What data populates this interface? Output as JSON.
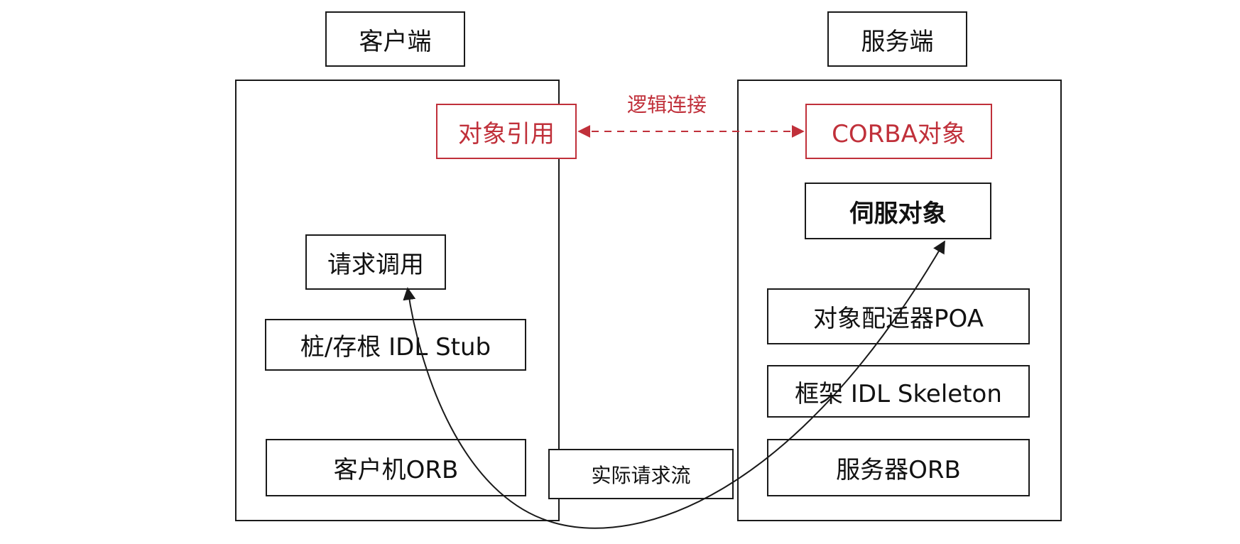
{
  "client": {
    "title": "客户端",
    "object_ref": "对象引用",
    "request_call": "请求调用",
    "stub": "桩/存根 IDL Stub",
    "orb": "客户机ORB"
  },
  "server": {
    "title": "服务端",
    "corba_object": "CORBA对象",
    "servant": "伺服对象",
    "poa": "对象配适器POA",
    "skeleton": "框架 IDL Skeleton",
    "orb": "服务器ORB"
  },
  "connections": {
    "logical": "逻辑连接",
    "actual_flow": "实际请求流"
  },
  "colors": {
    "accent": "#c0303a",
    "line": "#1a1a1a"
  }
}
